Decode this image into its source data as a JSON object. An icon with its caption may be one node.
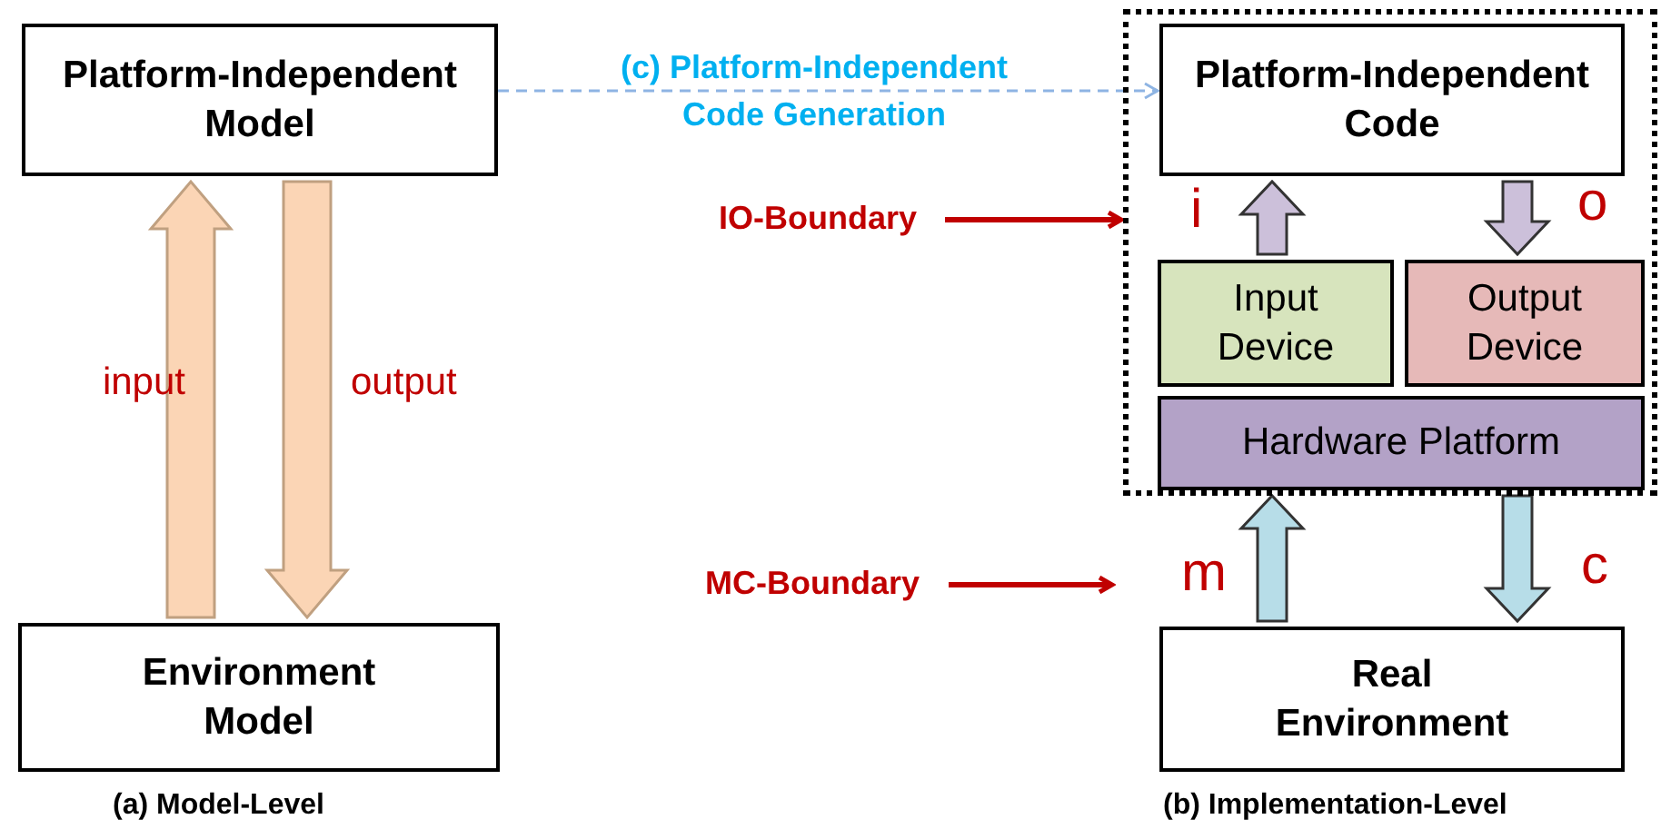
{
  "diagram": {
    "nodes": [
      {
        "text": [
          "Platform-Independent Model"
        ]
      },
      {
        "text": [
          "Environment Model"
        ]
      },
      {
        "text": [],
        "shape": "box"
      },
      {
        "text": [
          "Platform-Independent Code"
        ],
        "in": 2
      },
      {
        "text": [
          "Input Device"
        ],
        "in": 2
      },
      {
        "text": [
          "Output Device"
        ],
        "in": 2
      },
      {
        "text": [
          "Hardware Platform"
        ],
        "in": 2
      },
      {
        "text": [
          "Real Environment"
        ]
      },
      {
        "text": [
          "IO-Boundary"
        ]
      },
      {
        "text": [
          "MC-Boundary"
        ]
      }
    ],
    "edges": [
      {
        "from": 0,
        "to": 3,
        "arrow": "to",
        "label": "(c) Platform-Independent Code Generation",
        "style": "dashed",
        "color": "#8eb4e3"
      },
      {
        "from": 1,
        "to": 0,
        "arrow": "to",
        "label": "input",
        "style": "thick",
        "color": "#fbd5b5"
      },
      {
        "from": 0,
        "to": 1,
        "arrow": "to",
        "label": "output",
        "style": "thick",
        "color": "#fbd5b5"
      },
      {
        "from": 4,
        "to": 3,
        "arrow": "to",
        "label": "i",
        "style": "thick",
        "color": "#ccc0da"
      },
      {
        "from": 3,
        "to": 5,
        "arrow": "to",
        "label": "o",
        "style": "thick",
        "color": "#ccc0da"
      },
      {
        "from": 7,
        "to": 6,
        "arrow": "to",
        "label": "m",
        "style": "thick",
        "color": "#b7dde8"
      },
      {
        "from": 6,
        "to": 7,
        "arrow": "to",
        "label": "c",
        "style": "thick",
        "color": "#b7dde8"
      },
      {
        "from": 8,
        "to": 2,
        "arrow": "to",
        "color": "#c00000"
      },
      {
        "from": 9,
        "to": null,
        "arrow": "to",
        "color": "#c00000"
      }
    ],
    "labels": [
      "(a) Model-Level",
      "(b) Implementation-Level"
    ]
  }
}
